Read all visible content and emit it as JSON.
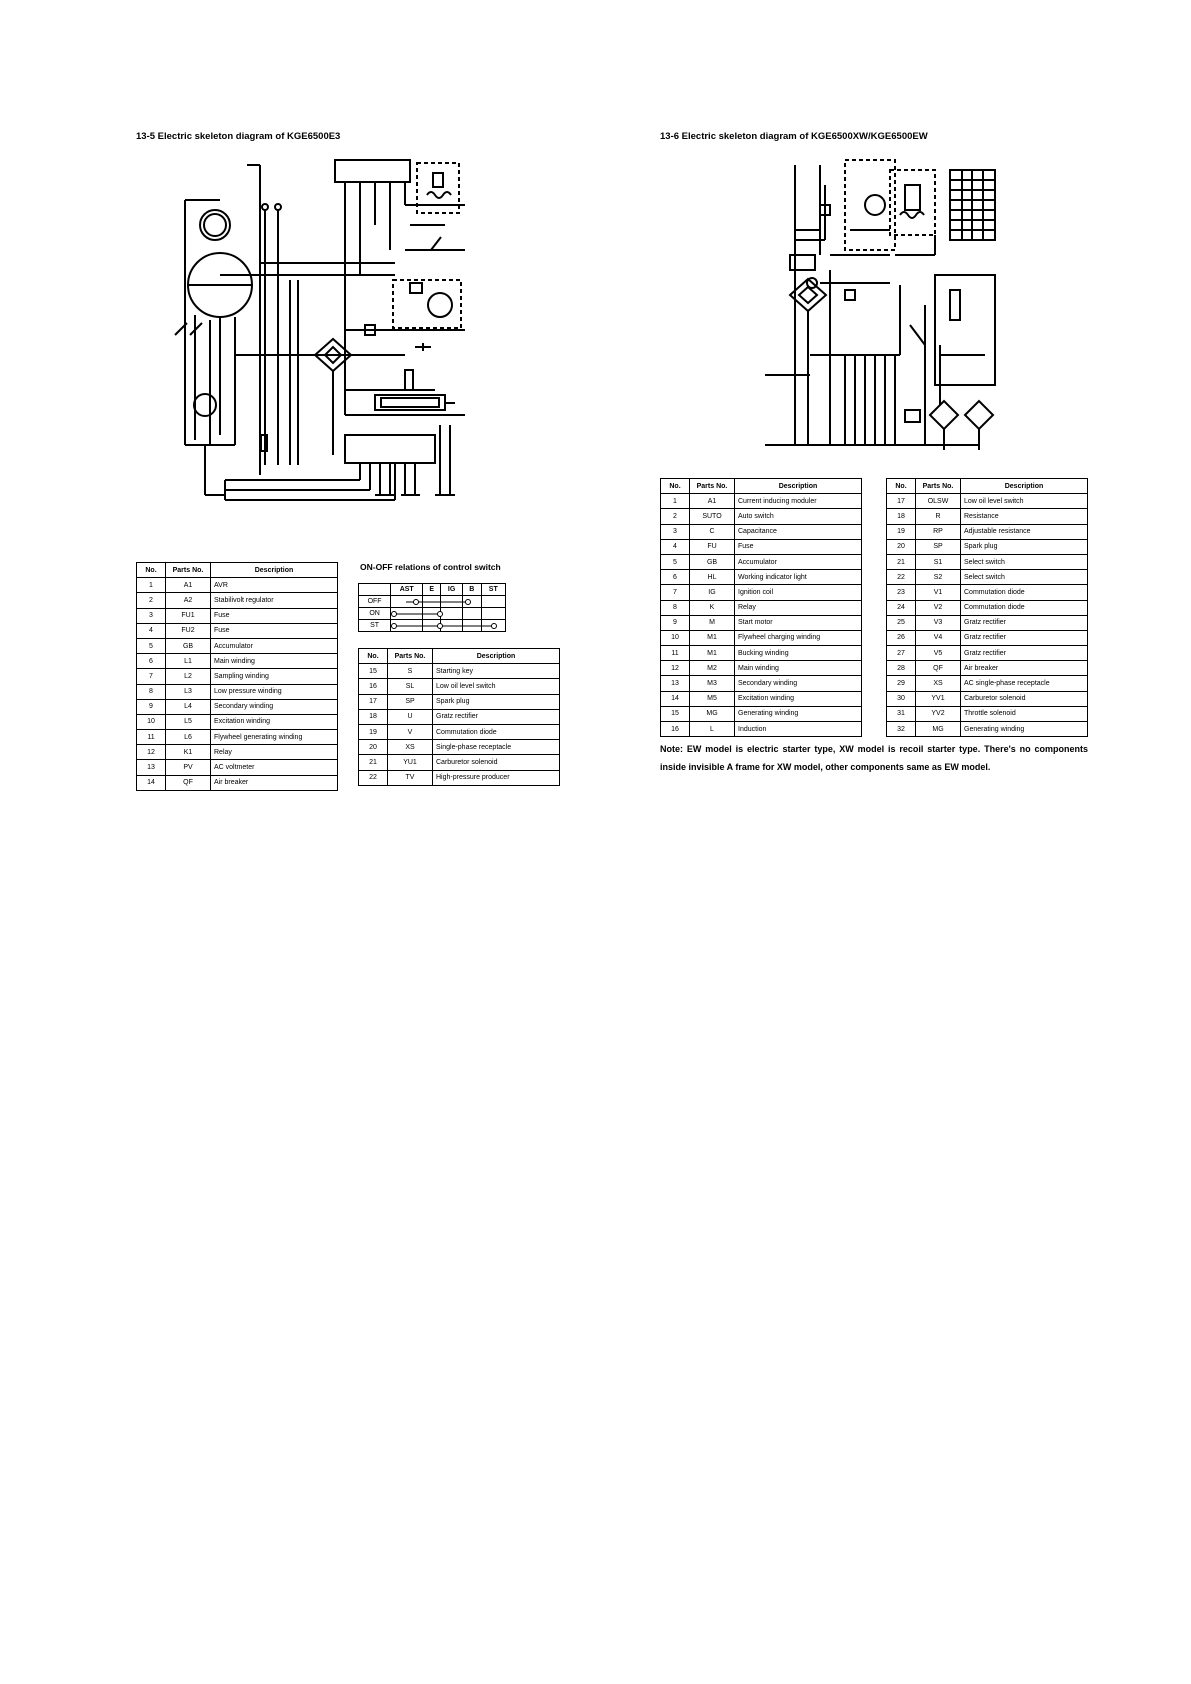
{
  "left_section": {
    "title": "13-5  Electric skeleton diagram of KGE6500E3",
    "parts_table": {
      "headers": [
        "No.",
        "Parts No.",
        "Description"
      ],
      "rows": [
        [
          "1",
          "A1",
          "AVR"
        ],
        [
          "2",
          "A2",
          "Stabilivolt regulator"
        ],
        [
          "3",
          "FU1",
          "Fuse"
        ],
        [
          "4",
          "FU2",
          "Fuse"
        ],
        [
          "5",
          "GB",
          "Accumulator"
        ],
        [
          "6",
          "L1",
          "Main winding"
        ],
        [
          "7",
          "L2",
          "Sampling winding"
        ],
        [
          "8",
          "L3",
          "Low pressure winding"
        ],
        [
          "9",
          "L4",
          "Secondary winding"
        ],
        [
          "10",
          "L5",
          "Excitation winding"
        ],
        [
          "11",
          "L6",
          "Flywheel generating winding"
        ],
        [
          "12",
          "K1",
          "Relay"
        ],
        [
          "13",
          "PV",
          "AC voltmeter"
        ],
        [
          "14",
          "QF",
          "Air breaker"
        ]
      ]
    },
    "switch_relations": {
      "title": "ON-OFF relations of control switch",
      "headers": [
        "",
        "AST",
        "E",
        "IG",
        "B",
        "ST"
      ],
      "rows": [
        "OFF",
        "ON",
        "ST"
      ]
    },
    "parts_table_2": {
      "headers": [
        "No.",
        "Parts No.",
        "Description"
      ],
      "rows": [
        [
          "15",
          "S",
          "Starting key"
        ],
        [
          "16",
          "SL",
          "Low oil level switch"
        ],
        [
          "17",
          "SP",
          "Spark plug"
        ],
        [
          "18",
          "U",
          "Gratz rectifier"
        ],
        [
          "19",
          "V",
          "Commutation diode"
        ],
        [
          "20",
          "XS",
          "Single-phase receptacle"
        ],
        [
          "21",
          "YU1",
          "Carburetor solenoid"
        ],
        [
          "22",
          "TV",
          "High-pressure producer"
        ]
      ]
    }
  },
  "right_section": {
    "title": "13-6  Electric skeleton diagram of KGE6500XW/KGE6500EW",
    "parts_table": {
      "headers": [
        "No.",
        "Parts No.",
        "Description"
      ],
      "rows": [
        [
          "1",
          "A1",
          "Current inducing moduler"
        ],
        [
          "2",
          "SUTO",
          "Auto switch"
        ],
        [
          "3",
          "C",
          "Capacitance"
        ],
        [
          "4",
          "FU",
          "Fuse"
        ],
        [
          "5",
          "GB",
          "Accumulator"
        ],
        [
          "6",
          "HL",
          "Working indicator light"
        ],
        [
          "7",
          "IG",
          "Ignition coil"
        ],
        [
          "8",
          "K",
          "Relay"
        ],
        [
          "9",
          "M",
          "Start motor"
        ],
        [
          "10",
          "M1",
          "Flywheel charging winding"
        ],
        [
          "11",
          "M1",
          "Bucking winding"
        ],
        [
          "12",
          "M2",
          "Main winding"
        ],
        [
          "13",
          "M3",
          "Secondary winding"
        ],
        [
          "14",
          "M5",
          "Excitation winding"
        ],
        [
          "15",
          "MG",
          "Generating winding"
        ],
        [
          "16",
          "L",
          "Induction"
        ]
      ]
    },
    "parts_table_2": {
      "headers": [
        "No.",
        "Parts No.",
        "Description"
      ],
      "rows": [
        [
          "17",
          "OLSW",
          "Low oil level switch"
        ],
        [
          "18",
          "R",
          "Resistance"
        ],
        [
          "19",
          "RP",
          "Adjustable resistance"
        ],
        [
          "20",
          "SP",
          "Spark plug"
        ],
        [
          "21",
          "S1",
          "Select switch"
        ],
        [
          "22",
          "S2",
          "Select switch"
        ],
        [
          "23",
          "V1",
          "Commutation diode"
        ],
        [
          "24",
          "V2",
          "Commutation diode"
        ],
        [
          "25",
          "V3",
          "Gratz rectifier"
        ],
        [
          "26",
          "V4",
          "Gratz rectifier"
        ],
        [
          "27",
          "V5",
          "Gratz rectifier"
        ],
        [
          "28",
          "QF",
          "Air breaker"
        ],
        [
          "29",
          "XS",
          "AC single-phase receptacle"
        ],
        [
          "30",
          "YV1",
          "Carburetor solenoid"
        ],
        [
          "31",
          "YV2",
          "Throttle solenoid"
        ],
        [
          "32",
          "MG",
          "Generating winding"
        ]
      ]
    },
    "note": "Note: EW model is electric starter type, XW model is recoil starter type. There's no components inside invisible A frame for XW model, other components same as EW model."
  }
}
